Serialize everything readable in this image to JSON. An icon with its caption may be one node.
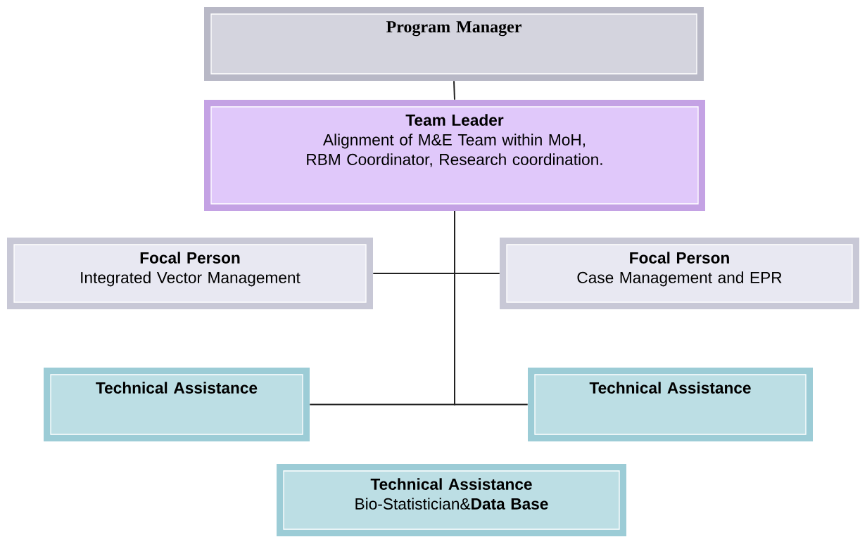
{
  "diagram": {
    "nodes": [
      {
        "text": [
          "Program Manager"
        ]
      },
      {
        "text": [
          "Team Leader",
          "Alignment of M&E Team within MoH, RBM Coordinator, Research coordination."
        ]
      },
      {
        "text": [
          "Focal Person",
          "Integrated Vector Management"
        ]
      },
      {
        "text": [
          "Focal Person",
          "Case Management and EPR"
        ]
      },
      {
        "text": [
          "Technical Assistance"
        ]
      },
      {
        "text": [
          "Technical Assistance"
        ]
      },
      {
        "text": [
          "Technical Assistance",
          "Bio-Statistician&**Data Base**"
        ]
      }
    ],
    "edges": [
      {
        "from": 0,
        "to": 1,
        "arrow": "none"
      },
      {
        "from": 1,
        "to": 2,
        "arrow": "none"
      },
      {
        "from": 1,
        "to": 3,
        "arrow": "none"
      },
      {
        "from": 1,
        "to": 4,
        "arrow": "none"
      },
      {
        "from": 1,
        "to": 5,
        "arrow": "none"
      }
    ]
  }
}
